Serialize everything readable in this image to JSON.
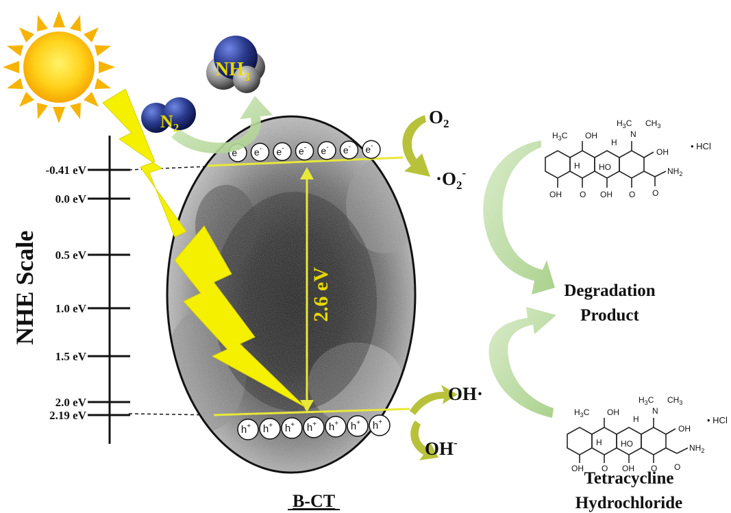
{
  "scale": {
    "axis_title": "NHE Scale",
    "ticks": [
      {
        "label": "-0.41 eV",
        "value": -0.41
      },
      {
        "label": "0.0 eV",
        "value": 0.0
      },
      {
        "label": "0.5 eV",
        "value": 0.5
      },
      {
        "label": "1.0 eV",
        "value": 1.0
      },
      {
        "label": "1.5 eV",
        "value": 1.5
      },
      {
        "label": "2.0 eV",
        "value": 2.0
      },
      {
        "label": "2.19 eV",
        "value": 2.19
      }
    ]
  },
  "catalyst": {
    "name": "B-CT",
    "bandgap_label": "2.6 eV",
    "electron": "e",
    "electron_sup": "-",
    "hole": "h",
    "hole_sup": "+",
    "electron_count": 7,
    "hole_count": 7
  },
  "reactions": {
    "n2_base": "N",
    "n2_sub": "2",
    "nh3_base": "NH",
    "nh3_sub": "3",
    "o2_base": "O",
    "o2_sub": "2",
    "superoxide_base": "·O",
    "superoxide_sub": "2",
    "superoxide_sup": "-",
    "hydroxyl_radical": "OH·",
    "hydroxide_base": "OH",
    "hydroxide_sup": "-"
  },
  "products": {
    "degradation_line1": "Degradation",
    "degradation_line2": "Product",
    "molecule_line1": "Tetracycline",
    "molecule_line2": "Hydrochloride",
    "hcl": "• HCl"
  },
  "colors": {
    "band_line": "#e8e83a",
    "bolt": "#f4f000",
    "arrow_green": "#a8cf8e",
    "n2_sphere": "#2a3a8c",
    "label_yellow": "#e6d800"
  }
}
